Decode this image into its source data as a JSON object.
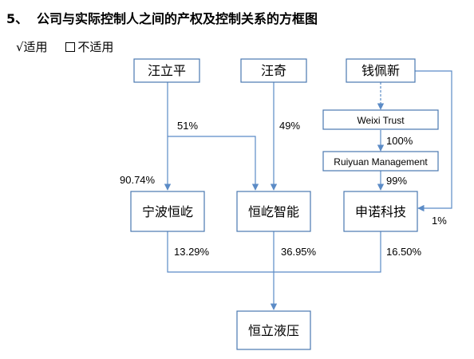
{
  "section": {
    "number": "5、",
    "title": "公司与实际控制人之间的产权及控制关系的方框图"
  },
  "applicability": {
    "applicable_label": "√适用",
    "not_applicable_label": "不适用"
  },
  "nodes": {
    "wang_liping": "汪立平",
    "wang_qi": "汪奇",
    "qian_peixin": "钱佩新",
    "weixi_trust": "Weixi Trust",
    "ruiyuan_mgmt": "Ruiyuan Management",
    "ningbo_hengyi": "宁波恒屹",
    "hengyi_intelligent": "恒屹智能",
    "shennuo_tech": "申诺科技",
    "hengli_hydraulic": "恒立液压"
  },
  "percentages": {
    "wang_liping_to_hengyi_intelligent": "51%",
    "wang_qi_to_hengyi_intelligent": "49%",
    "wang_liping_to_ningbo_hengyi": "90.74%",
    "weixi_to_ruiyuan": "100%",
    "ruiyuan_to_shennuo": "99%",
    "qian_to_shennuo": "1%",
    "ningbo_to_hengli": "13.29%",
    "hengyi_to_hengli": "36.95%",
    "shennuo_to_hengli": "16.50%"
  },
  "colors": {
    "box_border": "#4a78b0",
    "line": "#5b8bc6"
  }
}
